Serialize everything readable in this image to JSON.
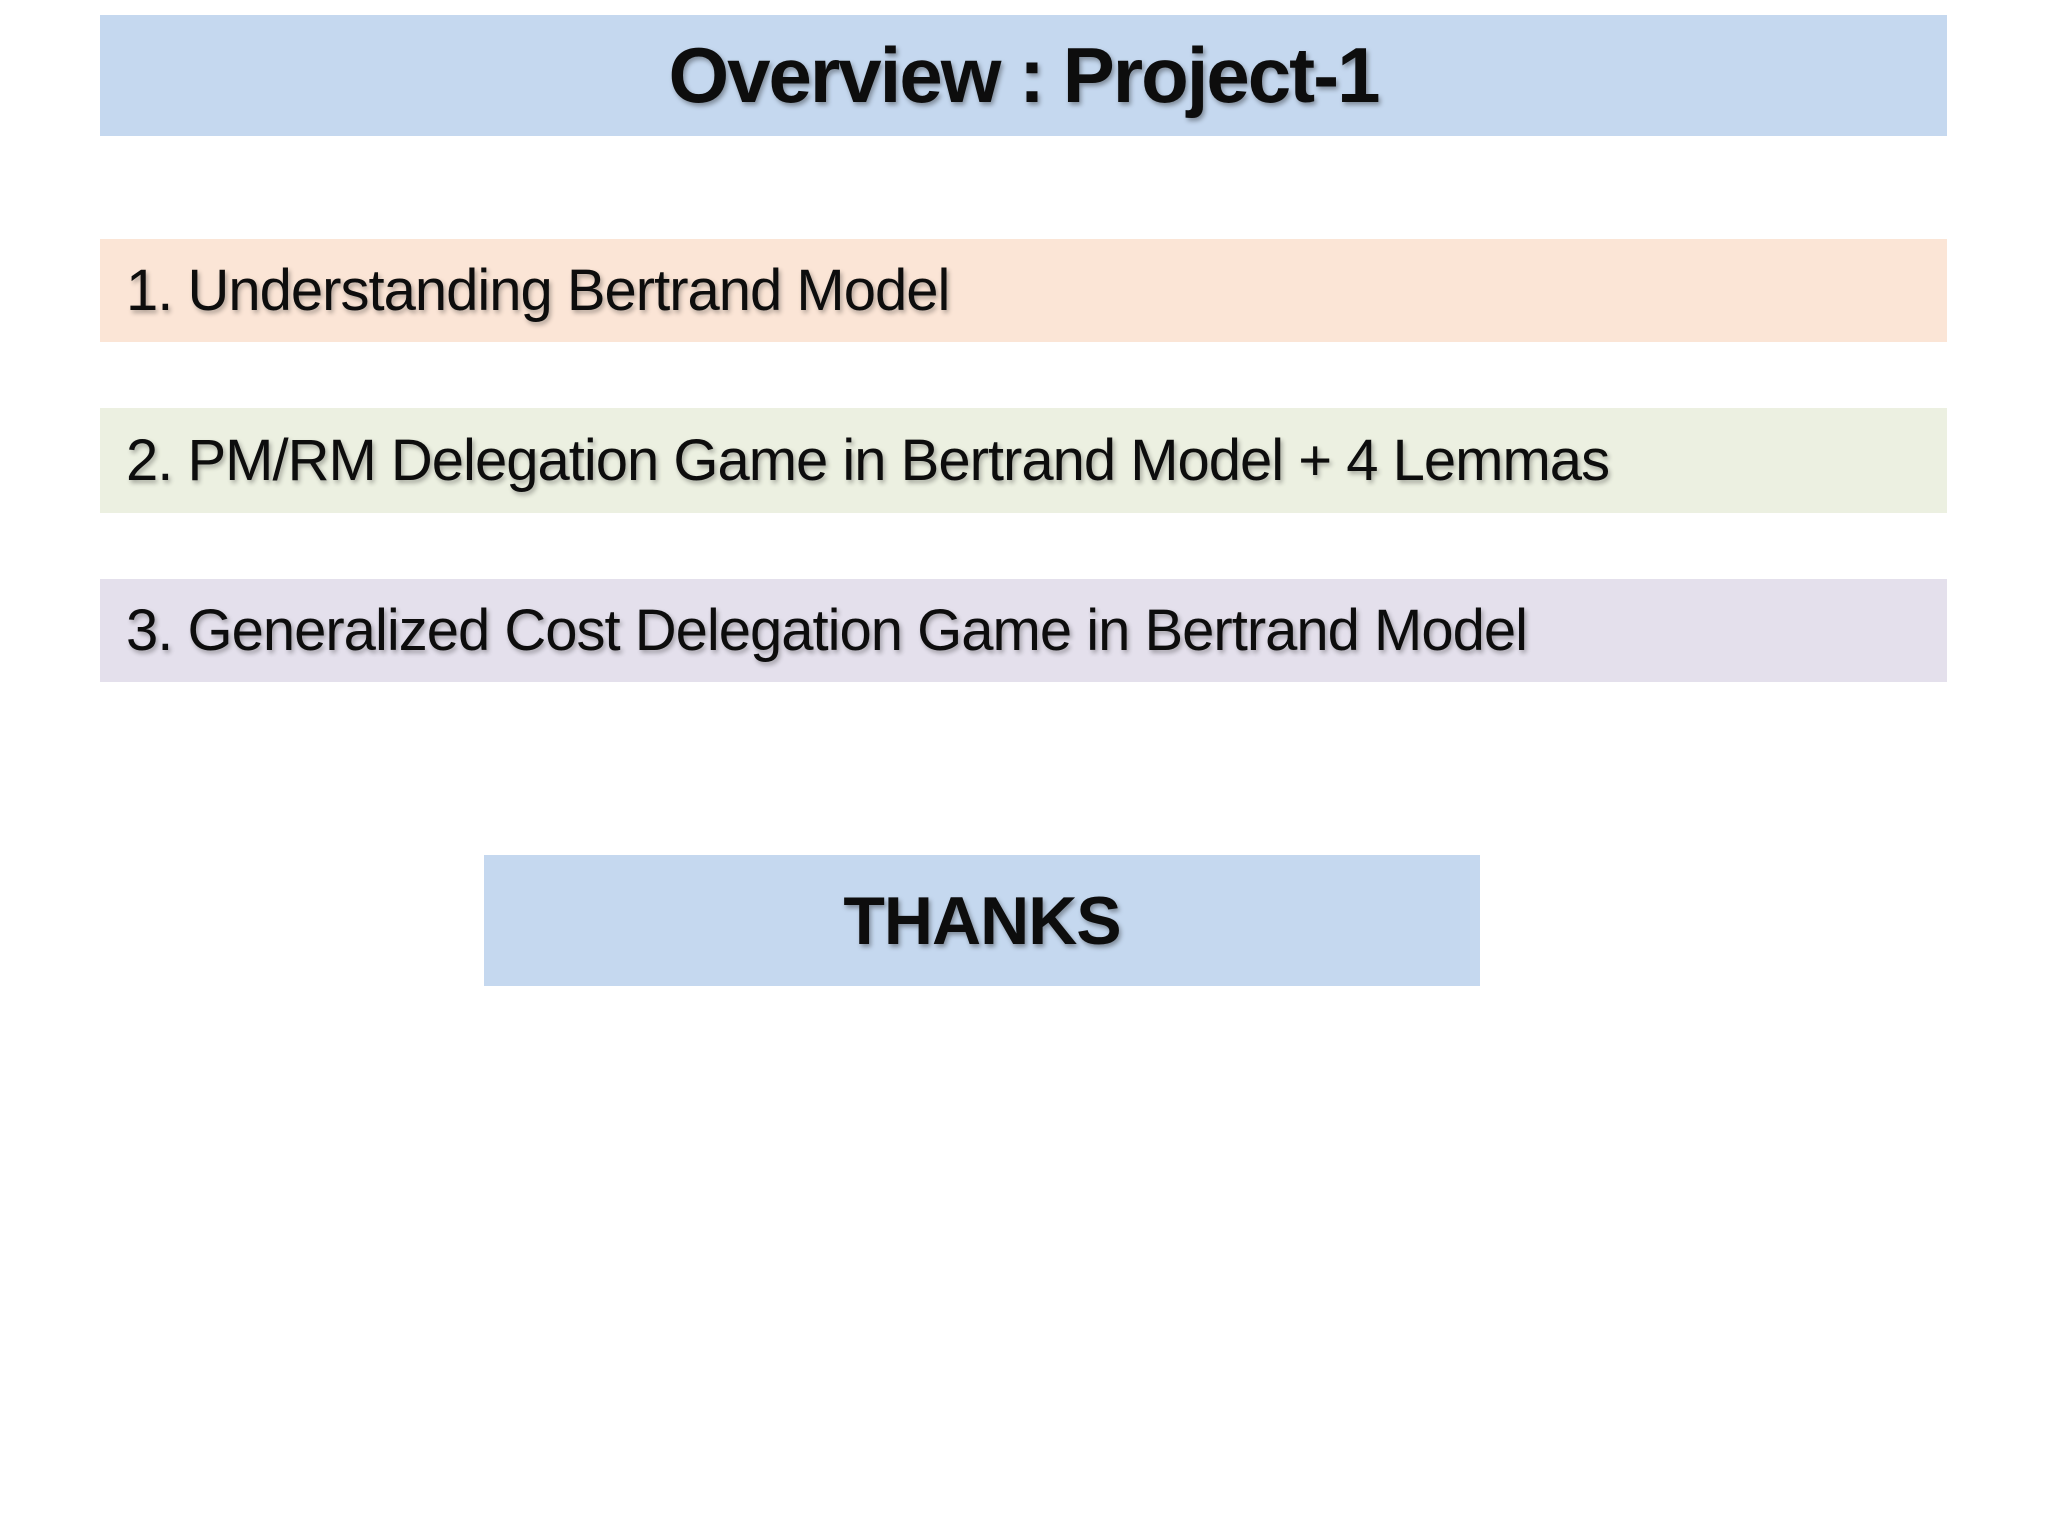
{
  "slide": {
    "title": "Overview : Project-1",
    "items": [
      {
        "label": "1. Understanding Bertrand Model"
      },
      {
        "label": "2. PM/RM Delegation Game in Bertrand Model + 4 Lemmas"
      },
      {
        "label": "3. Generalized Cost Delegation Game in Bertrand Model"
      }
    ],
    "thanks_label": "THANKS",
    "colors": {
      "title_bar_bg": "#c5d8ef",
      "item_1_bg": "#fbe5d6",
      "item_2_bg": "#ecf0e1",
      "item_3_bg": "#e4e0ec",
      "thanks_bg": "#c5d8ef",
      "text": "#0d0d0d",
      "page_bg": "#ffffff"
    }
  }
}
